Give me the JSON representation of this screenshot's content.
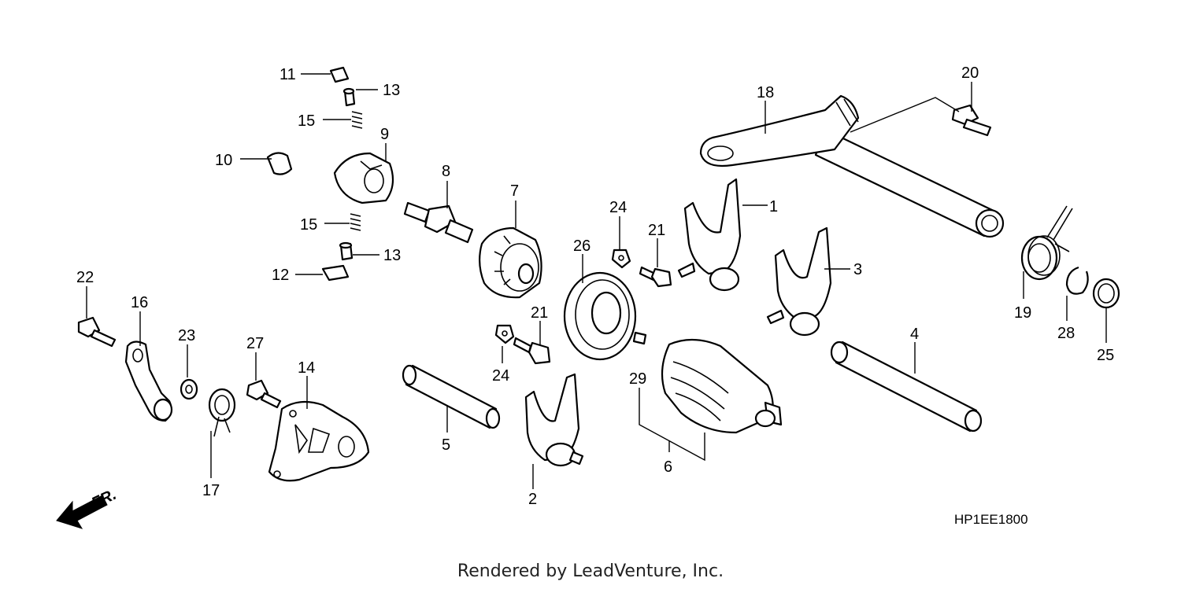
{
  "diagram": {
    "drawing_code": "HP1EE1800",
    "front_label": "FR.",
    "callouts": [
      {
        "num": "1"
      },
      {
        "num": "2"
      },
      {
        "num": "3"
      },
      {
        "num": "4"
      },
      {
        "num": "5"
      },
      {
        "num": "6"
      },
      {
        "num": "7"
      },
      {
        "num": "8"
      },
      {
        "num": "9"
      },
      {
        "num": "10"
      },
      {
        "num": "11"
      },
      {
        "num": "12"
      },
      {
        "num": "13"
      },
      {
        "num": "13"
      },
      {
        "num": "14"
      },
      {
        "num": "15"
      },
      {
        "num": "15"
      },
      {
        "num": "16"
      },
      {
        "num": "17"
      },
      {
        "num": "18"
      },
      {
        "num": "19"
      },
      {
        "num": "20"
      },
      {
        "num": "21"
      },
      {
        "num": "21"
      },
      {
        "num": "22"
      },
      {
        "num": "23"
      },
      {
        "num": "24"
      },
      {
        "num": "24"
      },
      {
        "num": "25"
      },
      {
        "num": "26"
      },
      {
        "num": "27"
      },
      {
        "num": "28"
      },
      {
        "num": "29"
      }
    ]
  },
  "footer": {
    "credit": "Rendered by LeadVenture, Inc."
  }
}
